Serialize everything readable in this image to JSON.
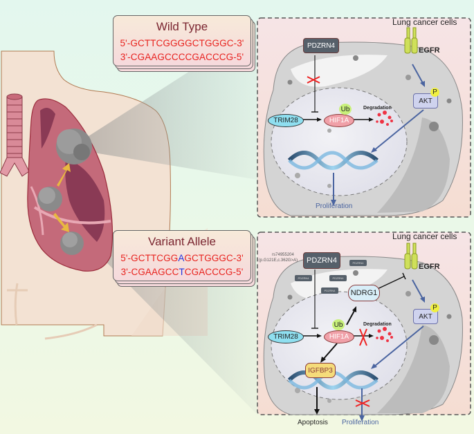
{
  "wild_type": {
    "title": "Wild Type",
    "seq_top": "5'-GCTTCGGGGCTGGGC-3'",
    "seq_bottom": "3'-CGAAGCCCCGACCCG-5'"
  },
  "variant": {
    "title": "Variant Allele",
    "seq_top_prefix": "5'-GCTTCGG",
    "seq_top_mut": "A",
    "seq_top_suffix": "GCTGGGC-3'",
    "seq_bottom_prefix": "3'-CGAAGCC",
    "seq_bottom_mut": "T",
    "seq_bottom_suffix": "CGACCCG-5'",
    "snp_id": "rs74955204",
    "snp_detail": "(p.G121E,c.362G>A)"
  },
  "panels": {
    "top": {
      "cell_label": "Lung cancer cells",
      "pdzrn4": "PDZRN4",
      "egfr": "EGFR",
      "akt": "AKT",
      "phospho": "P",
      "trim28": "TRIM28",
      "hif1a": "HIF1A",
      "ub": "Ub",
      "degradation": "Degradation",
      "outcome": "Proliferation"
    },
    "bottom": {
      "cell_label": "Lung cancer cells",
      "pdzrn4": "PDZRN4",
      "pdzrn4_small": [
        "PDZRN4",
        "PDZRN4",
        "PDZRN4",
        "PDZRN4"
      ],
      "egfr": "EGFR",
      "akt": "AKT",
      "phospho": "P",
      "ndrg1": "NDRG1",
      "trim28": "TRIM28",
      "hif1a": "HIF1A",
      "ub": "Ub",
      "degradation": "Degradation",
      "igfbp3": "IGFBP3",
      "outcome_left": "Apoptosis",
      "outcome_right": "Proliferation"
    }
  },
  "colors": {
    "sequence": "#e8221e",
    "mutation": "#2233dd",
    "inhibit_cross": "#ee2222",
    "pathway_arrow": "#4a64a0",
    "pdzrn4_box": "#56606a",
    "egfr": "#cfe05a",
    "akt_box": "#cfd3ee",
    "trim28": "#8fdff0",
    "hif1a": "#f0a0a8",
    "ub": "#c8f07a",
    "ndrg1": "#d8eef8",
    "igfbp3": "#f5dc7a"
  }
}
